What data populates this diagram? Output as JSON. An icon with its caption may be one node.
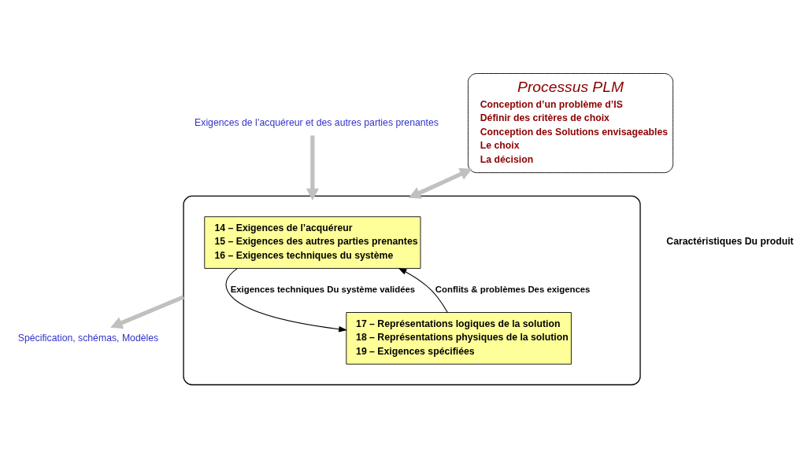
{
  "diagram": {
    "nodes": [
      {
        "text": [
          "Exigences de l’acquéreur et des autres parties prenantes"
        ]
      },
      {
        "text": [],
        "shape": "box"
      },
      {
        "text": [
          "14 – Exigences de l’acquéreur",
          "15 – Exigences des autres parties prenantes",
          "16 – Exigences techniques du système"
        ],
        "in": 1
      },
      {
        "text": [
          "17 – Représentations logiques de la solution",
          "18 – Représentations physiques de la solution",
          "19 – Exigences spécifiées"
        ],
        "in": 1
      },
      {
        "text": [
          "Spécification, schémas, Modèles"
        ]
      },
      {
        "text": [
          "Processus PLM",
          "Conception d’un problème d’IS",
          "Définir des critères de choix",
          "Conception des Solutions envisageables",
          "Le choix",
          "La décision"
        ]
      }
    ],
    "edges": [
      {
        "from": 0,
        "to": 1,
        "arrow": "to"
      },
      {
        "from": 2,
        "to": 3,
        "arrow": "to",
        "label": "Exigences techniques Du système validées",
        "color": "#000000"
      },
      {
        "from": 3,
        "to": 2,
        "arrow": "to",
        "label": "Conflits & problèmes Des exigences",
        "color": "#000000"
      },
      {
        "from": 1,
        "to": 4,
        "arrow": "to"
      },
      {
        "from": 1,
        "to": 5,
        "arrow": "both"
      }
    ],
    "labels": [
      "Caractéristiques Du produit"
    ]
  }
}
